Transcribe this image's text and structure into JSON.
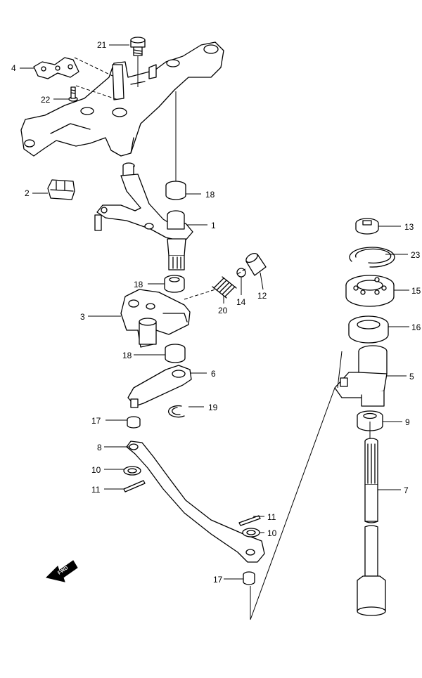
{
  "callouts": [
    {
      "id": "p21",
      "label": "21"
    },
    {
      "id": "p4",
      "label": "4"
    },
    {
      "id": "p22",
      "label": "22"
    },
    {
      "id": "p2",
      "label": "2"
    },
    {
      "id": "p18a",
      "label": "18"
    },
    {
      "id": "p1",
      "label": "1"
    },
    {
      "id": "p18b",
      "label": "18"
    },
    {
      "id": "p20",
      "label": "20"
    },
    {
      "id": "p14",
      "label": "14"
    },
    {
      "id": "p12",
      "label": "12"
    },
    {
      "id": "p3",
      "label": "3"
    },
    {
      "id": "p18c",
      "label": "18"
    },
    {
      "id": "p6",
      "label": "6"
    },
    {
      "id": "p19",
      "label": "19"
    },
    {
      "id": "p17a",
      "label": "17"
    },
    {
      "id": "p8",
      "label": "8"
    },
    {
      "id": "p10a",
      "label": "10"
    },
    {
      "id": "p11a",
      "label": "11"
    },
    {
      "id": "p11b",
      "label": "11"
    },
    {
      "id": "p10b",
      "label": "10"
    },
    {
      "id": "p17b",
      "label": "17"
    },
    {
      "id": "p13",
      "label": "13"
    },
    {
      "id": "p23",
      "label": "23"
    },
    {
      "id": "p15",
      "label": "15"
    },
    {
      "id": "p16",
      "label": "16"
    },
    {
      "id": "p5",
      "label": "5"
    },
    {
      "id": "p9",
      "label": "9"
    },
    {
      "id": "p7",
      "label": "7"
    }
  ],
  "fwd_marker": {
    "text": "FWD",
    "icon": "fwd-arrow-icon"
  }
}
